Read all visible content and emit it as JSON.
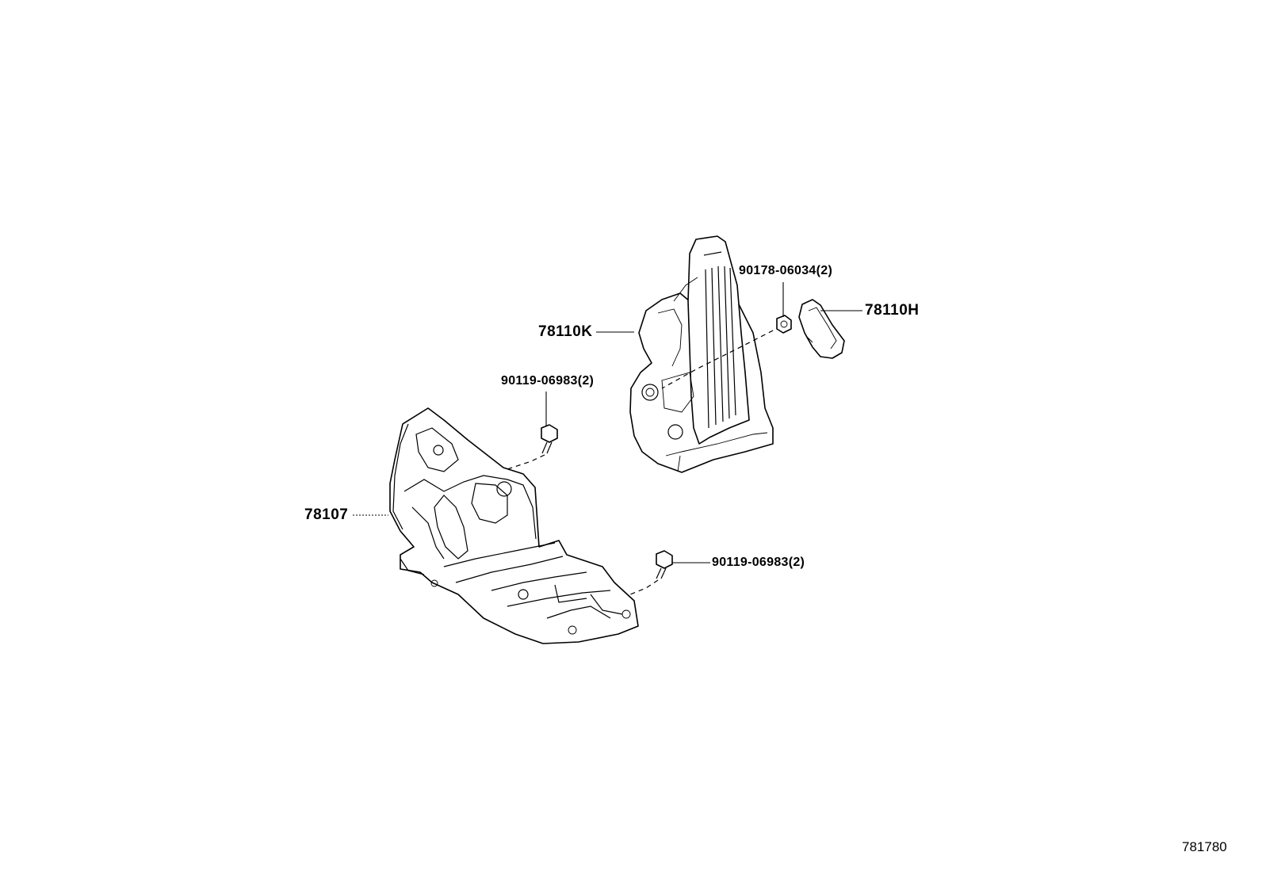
{
  "diagram": {
    "callouts": [
      {
        "id": "pedal",
        "text": "78110K"
      },
      {
        "id": "nut",
        "text": "90178-06034(2)"
      },
      {
        "id": "pad",
        "text": "78110H"
      },
      {
        "id": "bolt_upper",
        "text": "90119-06983(2)"
      },
      {
        "id": "bracket",
        "text": "78107"
      },
      {
        "id": "bolt_lower",
        "text": "90119-06983(2)"
      }
    ],
    "figure_number": "781780"
  }
}
